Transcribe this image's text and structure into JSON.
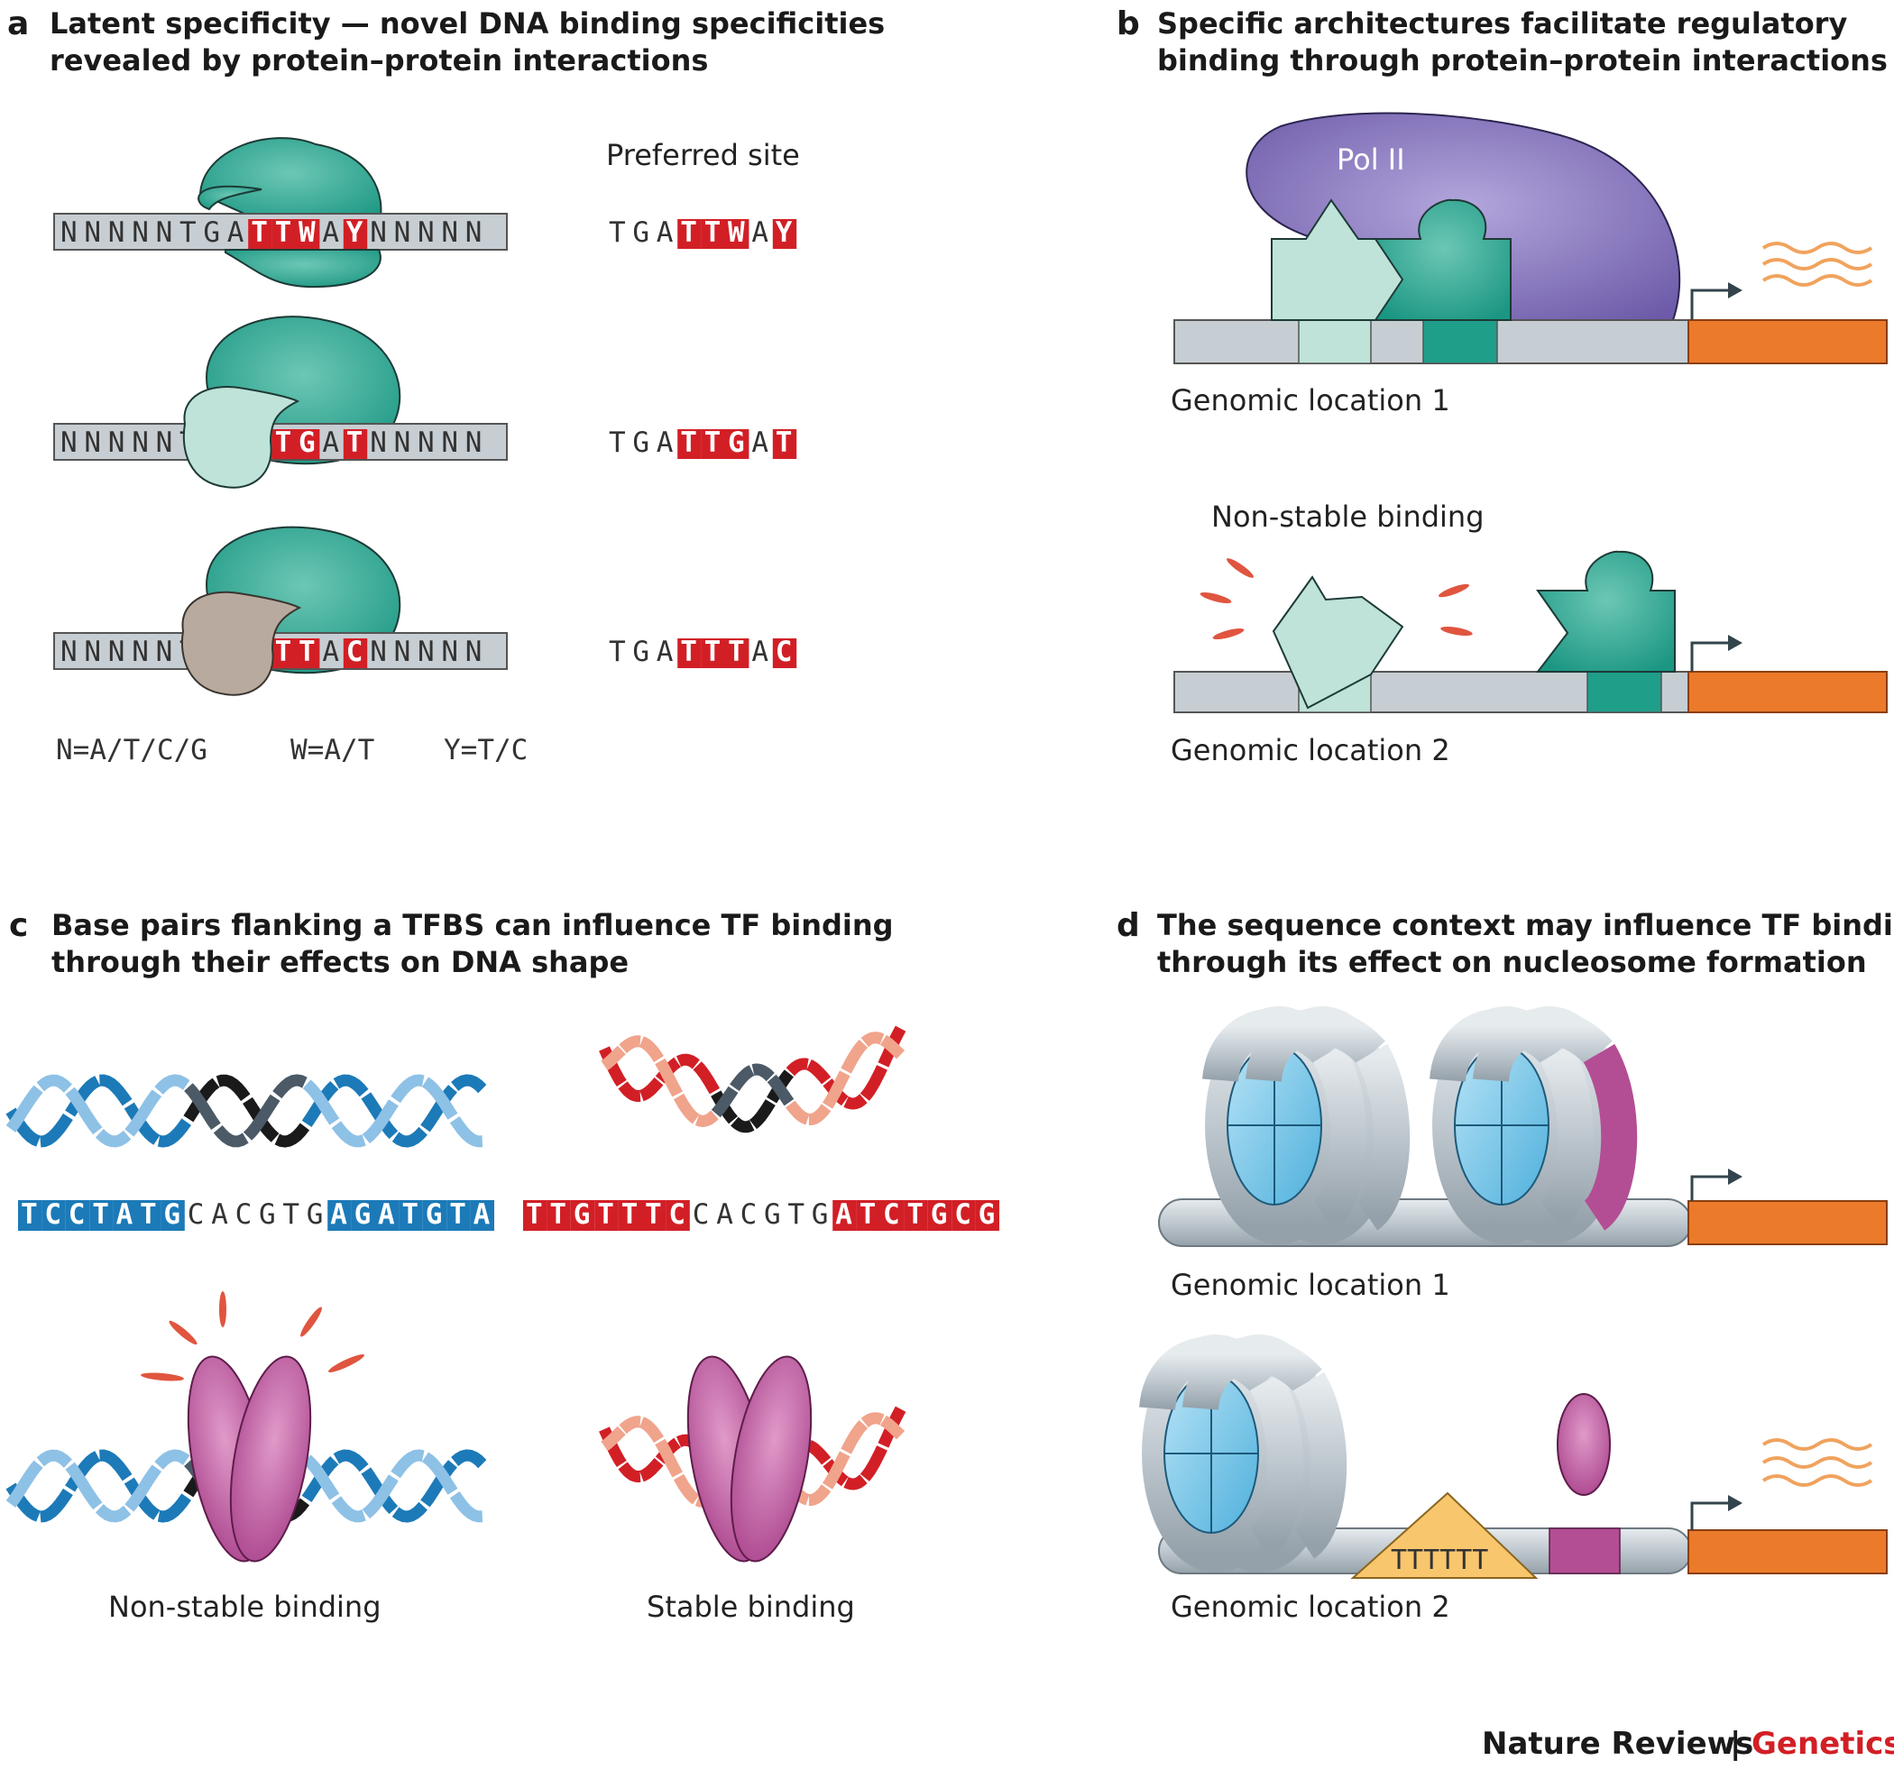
{
  "colors": {
    "tf_green": "#1f9e8a",
    "tf_light": "#bfe3d9",
    "cofactor_tan": "#b8aa9e",
    "pol_purple": "#7d6bb3",
    "dna_grey": "#c7ced3",
    "gene_orange": "#ec7a2b",
    "highlight_red": "#d21f26",
    "highlight_blue": "#1c7ab8",
    "tf_magenta": "#b34e94",
    "tttttt_yellow": "#f8c66d",
    "histone_blue": "#6fc3e8"
  },
  "panel_a": {
    "letter": "a",
    "title_line1": "Latent specificity — novel DNA binding specificities",
    "title_line2": "revealed by protein–protein interactions",
    "preferred_site_label": "Preferred site",
    "rows": [
      {
        "prefix": "NNNNNTGA",
        "motif": [
          "T",
          "T",
          "W",
          "A",
          "Y"
        ],
        "suffix": "NNNNN",
        "site": [
          "T",
          "G",
          "A",
          "T",
          "T",
          "W",
          "A",
          "Y"
        ]
      },
      {
        "prefix": "NNNNNTGA",
        "motif": [
          "T",
          "T",
          "G",
          "A",
          "T"
        ],
        "suffix": "NNNNN",
        "site": [
          "T",
          "G",
          "A",
          "T",
          "T",
          "G",
          "A",
          "T"
        ]
      },
      {
        "prefix": "NNNNNTGA",
        "motif": [
          "T",
          "T",
          "T",
          "A",
          "C"
        ],
        "suffix": "NNNNN",
        "site": [
          "T",
          "G",
          "A",
          "T",
          "T",
          "T",
          "A",
          "C"
        ]
      }
    ],
    "legend_n": "N=A/T/C/G",
    "legend_w": "W=A/T",
    "legend_y": "Y=T/C"
  },
  "panel_b": {
    "letter": "b",
    "title_line1": "Specific architectures facilitate regulatory",
    "title_line2": "binding through protein–protein interactions",
    "pol_label": "Pol II",
    "location1": "Genomic location 1",
    "non_stable": "Non-stable binding",
    "location2": "Genomic location 2"
  },
  "panel_c": {
    "letter": "c",
    "title_line1": "Base pairs flanking a TFBS can influence TF binding",
    "title_line2": "through their effects on DNA shape",
    "left_seq": {
      "flank_left": "TCCTATG",
      "core": "CACGTG",
      "flank_right": "AGATGTA"
    },
    "right_seq": {
      "flank_left": "TTGTTTC",
      "core": "CACGTG",
      "flank_right": "ATCTGCG"
    },
    "non_stable": "Non-stable binding",
    "stable": "Stable binding"
  },
  "panel_d": {
    "letter": "d",
    "title_line1": "The sequence context may influence TF binding",
    "title_line2": "through its effect on nucleosome formation",
    "location1": "Genomic location 1",
    "location2": "Genomic location 2",
    "poly_t": "TTTTTT"
  },
  "footer": {
    "journal": "Nature Reviews",
    "separator": "|",
    "section": "Genetics"
  }
}
